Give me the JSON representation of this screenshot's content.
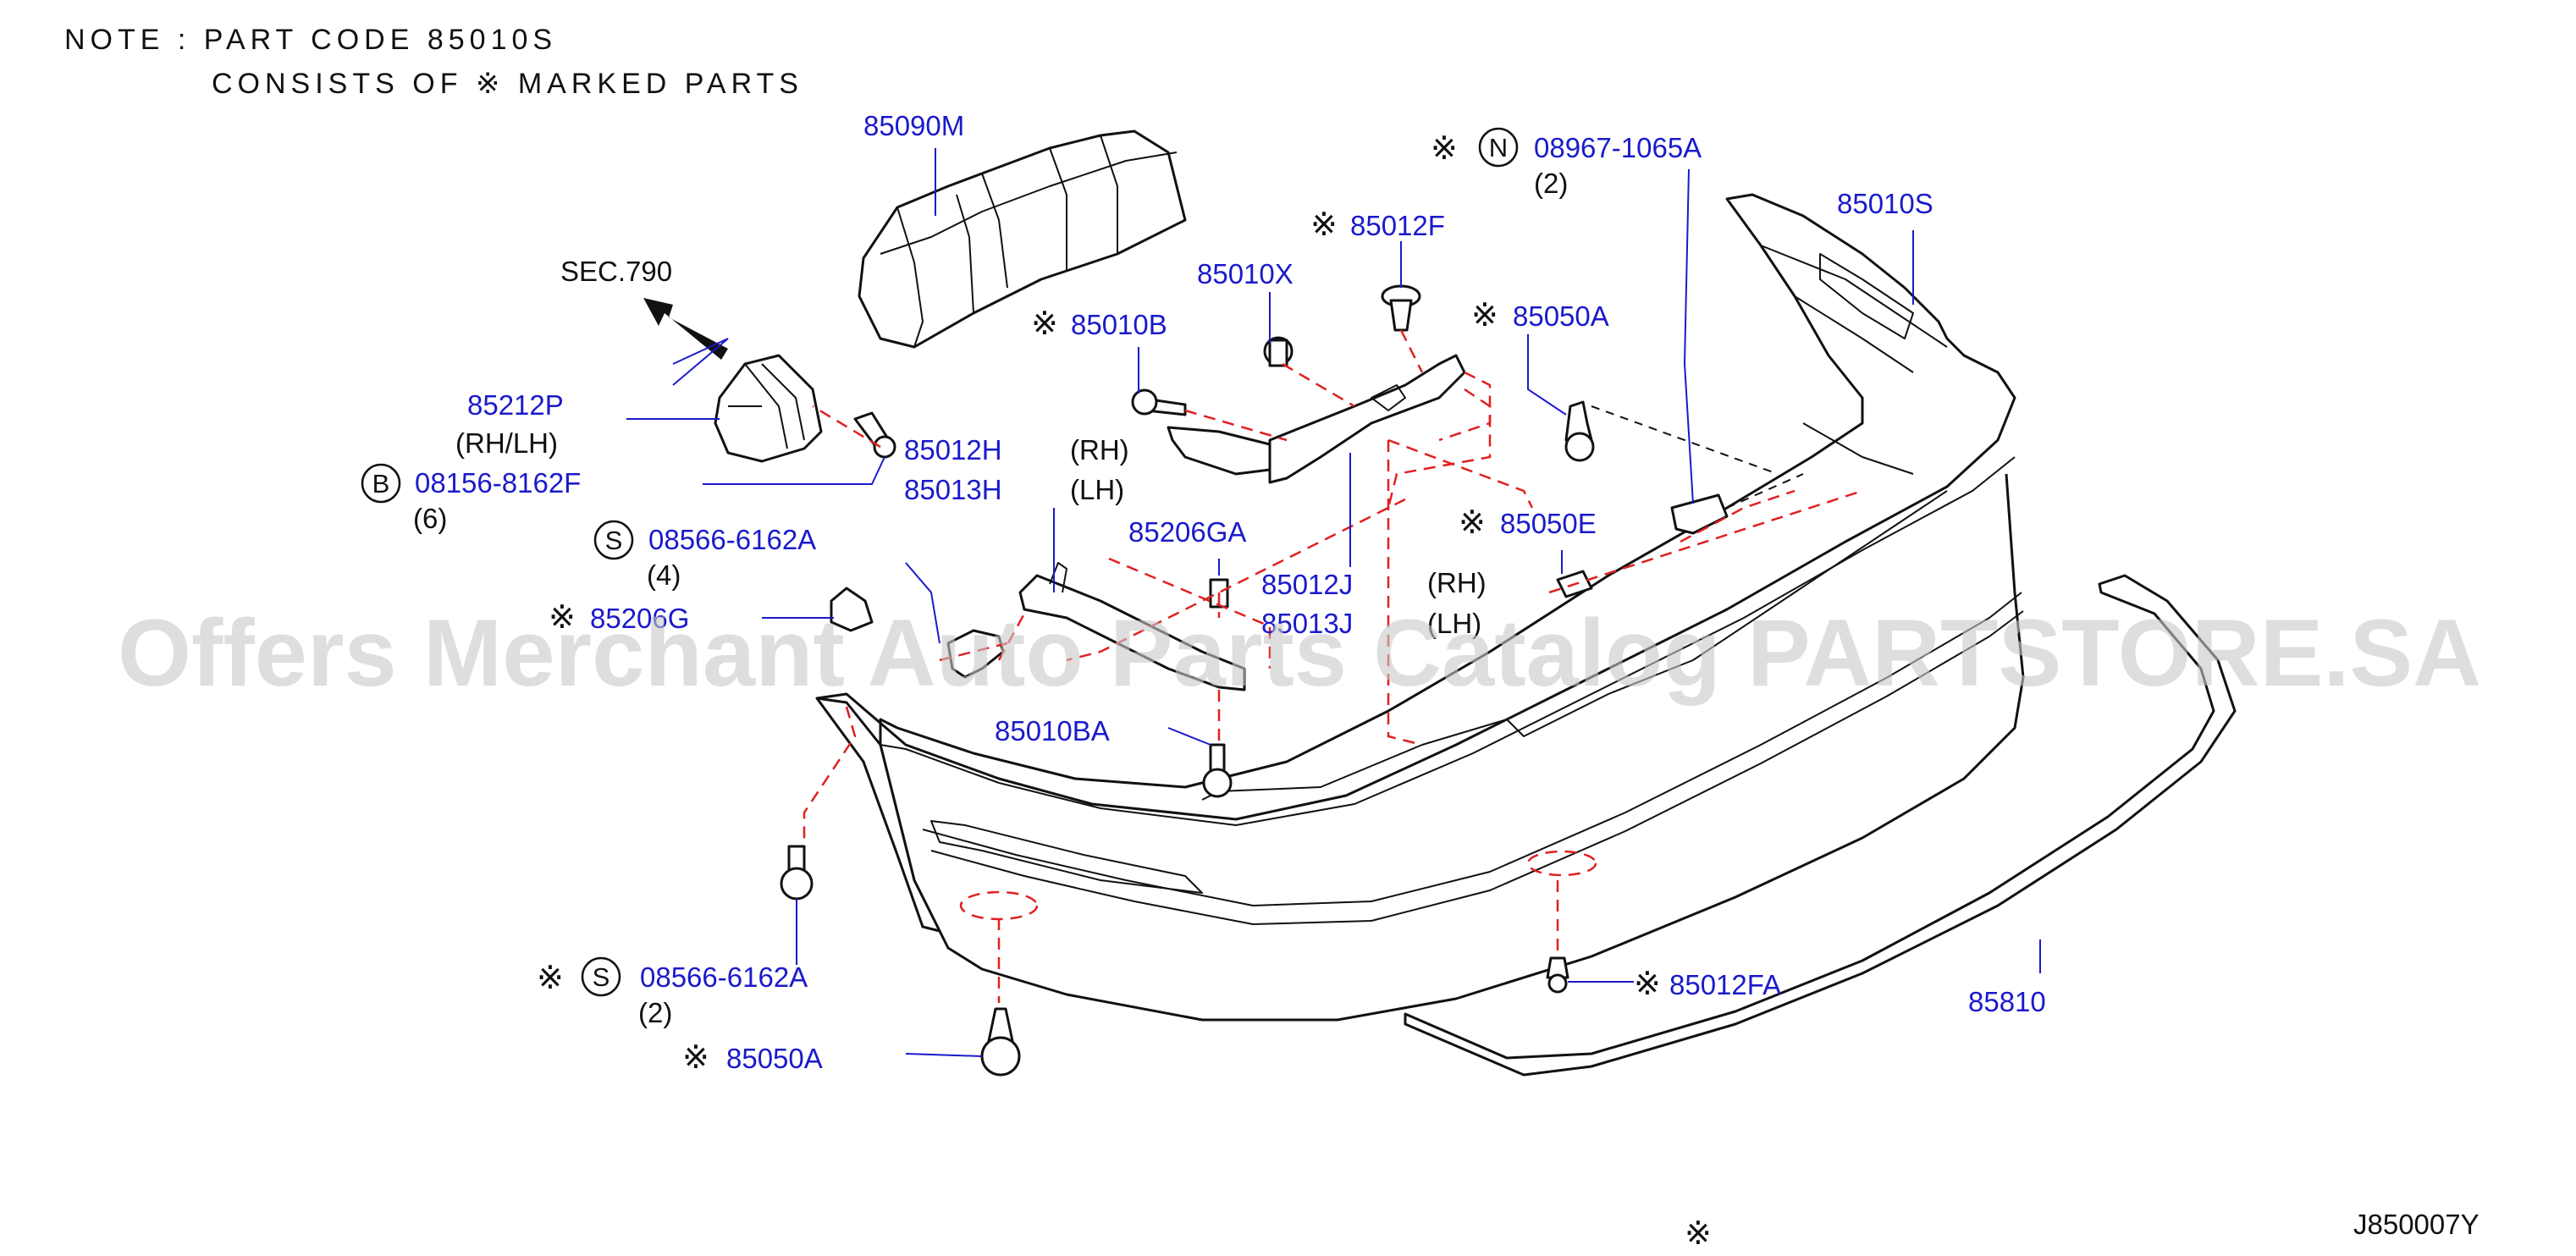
{
  "note": {
    "line1": "NOTE  :  PART  CODE  85010S",
    "line2": "CONSISTS  OF  ※  MARKED  PARTS"
  },
  "sec_ref": "SEC.790",
  "labels": {
    "p85090M": "85090M",
    "p85010S": "85010S",
    "p85012F": "85012F",
    "p85010X": "85010X",
    "p85010B": "85010B",
    "p85050A_top": "85050A",
    "p85212P": "85212P",
    "p85212P_side": "(RH/LH)",
    "b_bolt": "08156-8162F",
    "b_bolt_qty": "(6)",
    "p85012H": "85012H",
    "p85012H_side": "(RH)",
    "p85013H": "85013H",
    "p85013H_side": "(LH)",
    "n_clip": "08967-1065A",
    "n_clip_qty": "(2)",
    "p85050E": "85050E",
    "s_screw_top": "08566-6162A",
    "s_screw_top_qty": "(4)",
    "p85206GA": "85206GA",
    "p85012J": "85012J",
    "p85012J_side": "(RH)",
    "p85013J": "85013J",
    "p85013J_side": "(LH)",
    "p85206G": "85206G",
    "p85010BA": "85010BA",
    "s_screw_bot": "08566-6162A",
    "s_screw_bot_qty": "(2)",
    "p85050A_bot": "85050A",
    "p85012FA": "85012FA",
    "p85810": "85810"
  },
  "circle_letters": {
    "b": "B",
    "n": "N",
    "s": "S"
  },
  "mark_symbol": "※",
  "footer": {
    "mark": "※",
    "diagram_code": "J850007Y"
  },
  "watermark": "Offers Merchant Auto Parts Catalog PARTSTORE.SA",
  "colors": {
    "part_number": "#1a1acc",
    "assembly_dash": "#e02020",
    "text": "#111111"
  }
}
